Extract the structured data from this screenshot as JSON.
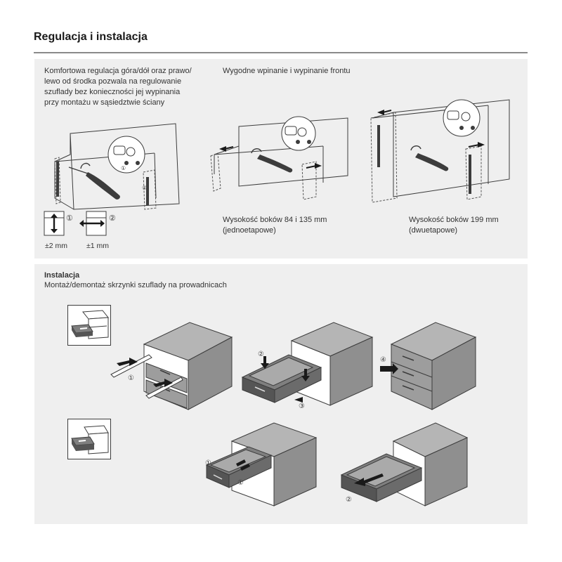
{
  "header": {
    "title": "Regulacja i instalacja"
  },
  "adjustment": {
    "description_lines": [
      "Komfortowa regulacja góra/dół oraz prawo/",
      "lewo od środka pozwala na regulowanie",
      "szuflady bez konieczności jej wypinania",
      "przy montażu w sąsiedztwie ściany"
    ],
    "front_title": "Wygodne wpinanie i wypinanie frontu",
    "legend": [
      {
        "marker": "①",
        "value": "±2 mm"
      },
      {
        "marker": "②",
        "value": "±1 mm"
      }
    ],
    "caption_single": [
      "Wysokość boków 84 i 135 mm",
      "(jednoetapowe)"
    ],
    "caption_double": [
      "Wysokość boków 199 mm",
      "(dwuetapowe)"
    ]
  },
  "installation": {
    "title": "Instalacja",
    "subtitle": "Montaż/demontaż skrzynki szuflady na prowadnicach",
    "steps": [
      "①",
      "②",
      "③",
      "④"
    ]
  },
  "colors": {
    "panel": "#efefef",
    "cabinet_top": "#b5b5b5",
    "cabinet_side": "#8f8f8f",
    "cabinet_front": "#9d9d9d",
    "line": "#3c3c3c"
  },
  "icons": [
    "screwdriver-icon",
    "arrow-up-down-icon",
    "arrow-left-right-icon",
    "arrow-icon",
    "cabinet-icon",
    "drawer-icon"
  ]
}
